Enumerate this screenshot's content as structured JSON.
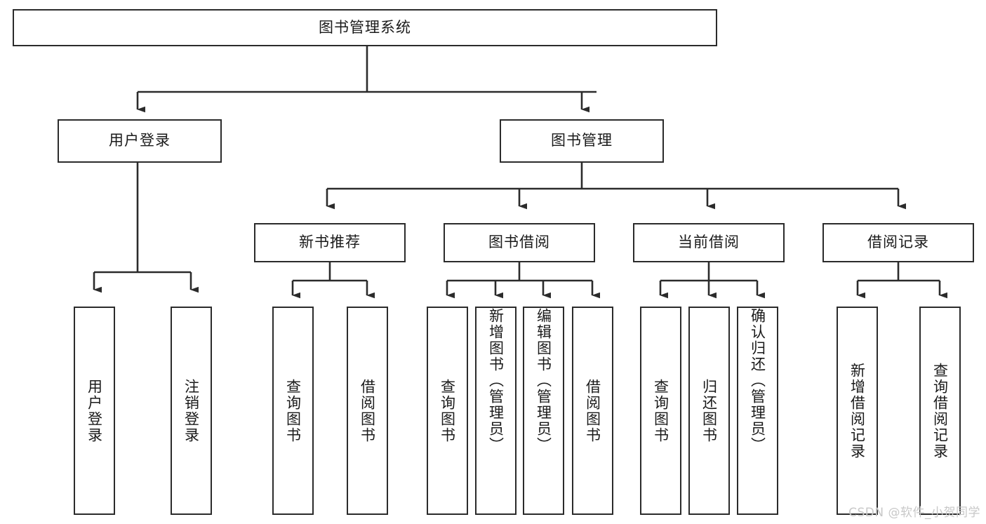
{
  "diagram": {
    "title": "图书管理系统",
    "type": "tree-hierarchy",
    "watermark": "CSDN @软件_小贺同学",
    "colors": {
      "stroke": "#2b2b2b",
      "fill": "#ffffff",
      "text": "#1a1a1a",
      "watermark": "#c8c8c8"
    },
    "nodes": {
      "root": {
        "label": "图书管理系统"
      },
      "level2": [
        {
          "id": "user-login",
          "label": "用户登录"
        },
        {
          "id": "book-manage",
          "label": "图书管理"
        }
      ],
      "level3": [
        {
          "id": "new-book-recommend",
          "label": "新书推荐"
        },
        {
          "id": "book-borrow",
          "label": "图书借阅"
        },
        {
          "id": "current-borrow",
          "label": "当前借阅"
        },
        {
          "id": "borrow-record",
          "label": "借阅记录"
        }
      ],
      "leaves": {
        "user-login": [
          {
            "id": "leaf-user-login",
            "label": "用户登录"
          },
          {
            "id": "leaf-logout-login",
            "label": "注销登录"
          }
        ],
        "new-book-recommend": [
          {
            "id": "leaf-query-book-1",
            "label": "查询图书"
          },
          {
            "id": "leaf-borrow-book-1",
            "label": "借阅图书"
          }
        ],
        "book-borrow": [
          {
            "id": "leaf-query-book-2",
            "label": "查询图书"
          },
          {
            "id": "leaf-add-book",
            "label": "新增图书（管理员）"
          },
          {
            "id": "leaf-edit-book",
            "label": "编辑图书（管理员）"
          },
          {
            "id": "leaf-borrow-book-2",
            "label": "借阅图书"
          }
        ],
        "current-borrow": [
          {
            "id": "leaf-query-book-3",
            "label": "查询图书"
          },
          {
            "id": "leaf-return-book",
            "label": "归还图书"
          },
          {
            "id": "leaf-confirm-return",
            "label": "确认归还（管理员）"
          }
        ],
        "borrow-record": [
          {
            "id": "leaf-add-record",
            "label": "新增借阅记录"
          },
          {
            "id": "leaf-query-record",
            "label": "查询借阅记录"
          }
        ]
      }
    }
  }
}
